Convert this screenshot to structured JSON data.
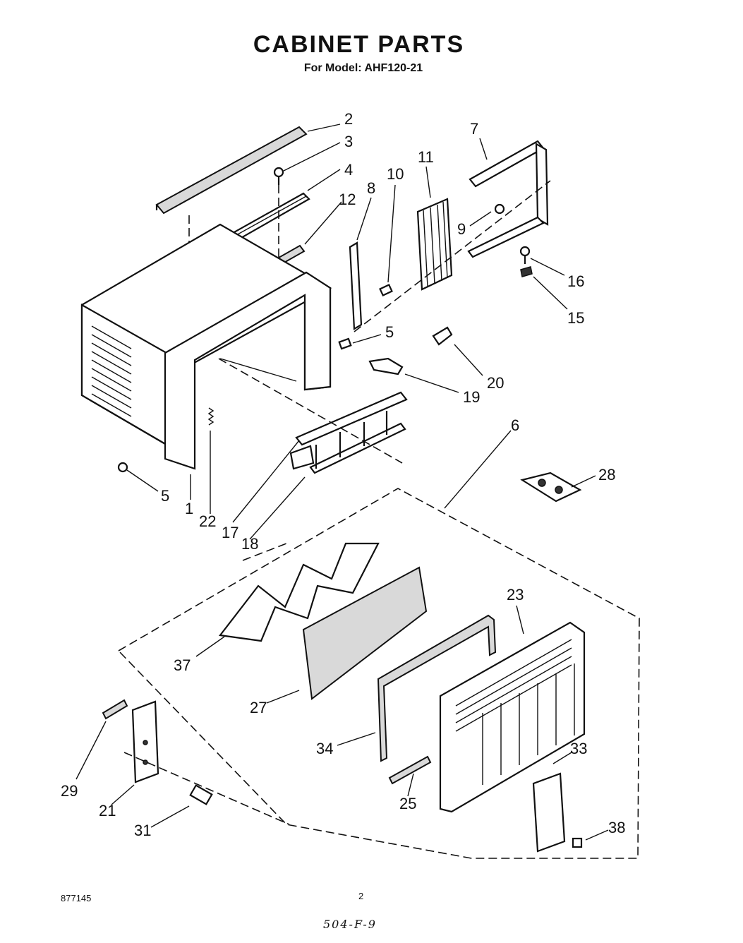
{
  "header": {
    "title": "CABINET PARTS",
    "subtitle": "For Model: AHF120-21"
  },
  "footer": {
    "doc_number": "877145",
    "page_number": "2",
    "handwritten_note": "504-F-9"
  },
  "part_labels": {
    "p1": "1",
    "p2": "2",
    "p3": "3",
    "p4": "4",
    "p5a": "5",
    "p5b": "5",
    "p6": "6",
    "p7": "7",
    "p8": "8",
    "p9": "9",
    "p10": "10",
    "p11": "11",
    "p12": "12",
    "p15": "15",
    "p16": "16",
    "p17": "17",
    "p18": "18",
    "p19": "19",
    "p20": "20",
    "p21": "21",
    "p22": "22",
    "p23": "23",
    "p25": "25",
    "p27": "27",
    "p28": "28",
    "p29": "29",
    "p31": "31",
    "p33": "33",
    "p34": "34",
    "p37": "37",
    "p38": "38"
  }
}
